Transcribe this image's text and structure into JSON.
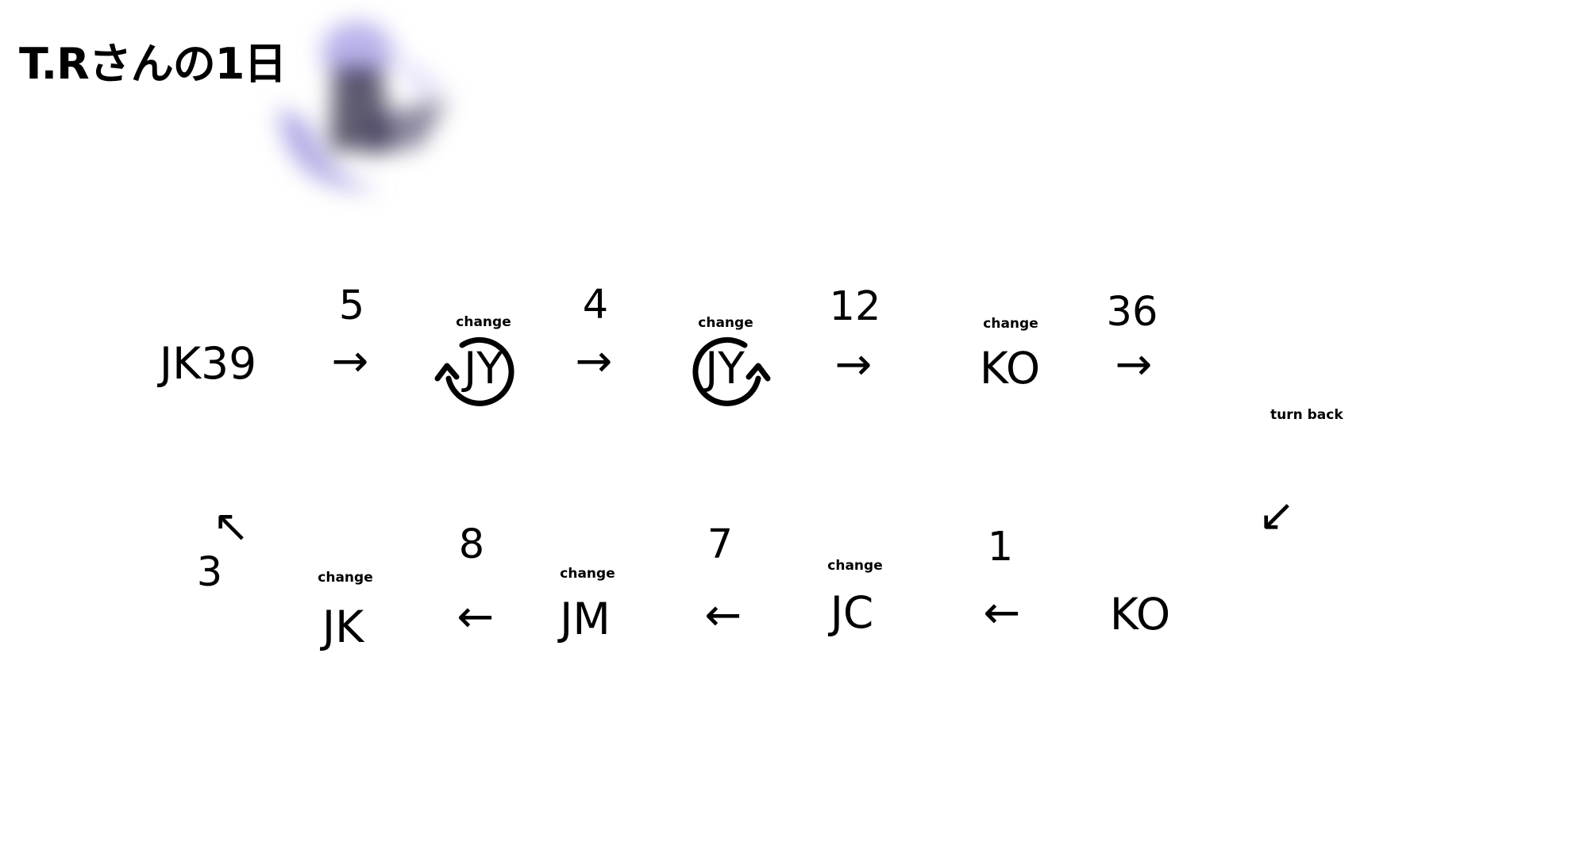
{
  "title": "T.Rさんの1日",
  "colors": {
    "text": "#000000",
    "mascot_hair": "#8a84d8",
    "mascot_dark": "#2a2440"
  },
  "icons": {
    "loop_arrow": "circular-arrow-icon",
    "mascot": "blurred-mascot-illustration"
  },
  "labels": {
    "change": "change",
    "turn_back": "turn back"
  },
  "arrows": {
    "right": "→",
    "left": "←",
    "down_left": "↙",
    "up_left": "↖"
  },
  "row1": {
    "stations": [
      "JK39",
      "JY",
      "JY",
      "KO"
    ],
    "counts": [
      "5",
      "4",
      "12",
      "36"
    ]
  },
  "row2": {
    "stations": [
      "KO",
      "JC",
      "JM",
      "JK"
    ],
    "counts": [
      "1",
      "7",
      "8",
      "3"
    ]
  }
}
